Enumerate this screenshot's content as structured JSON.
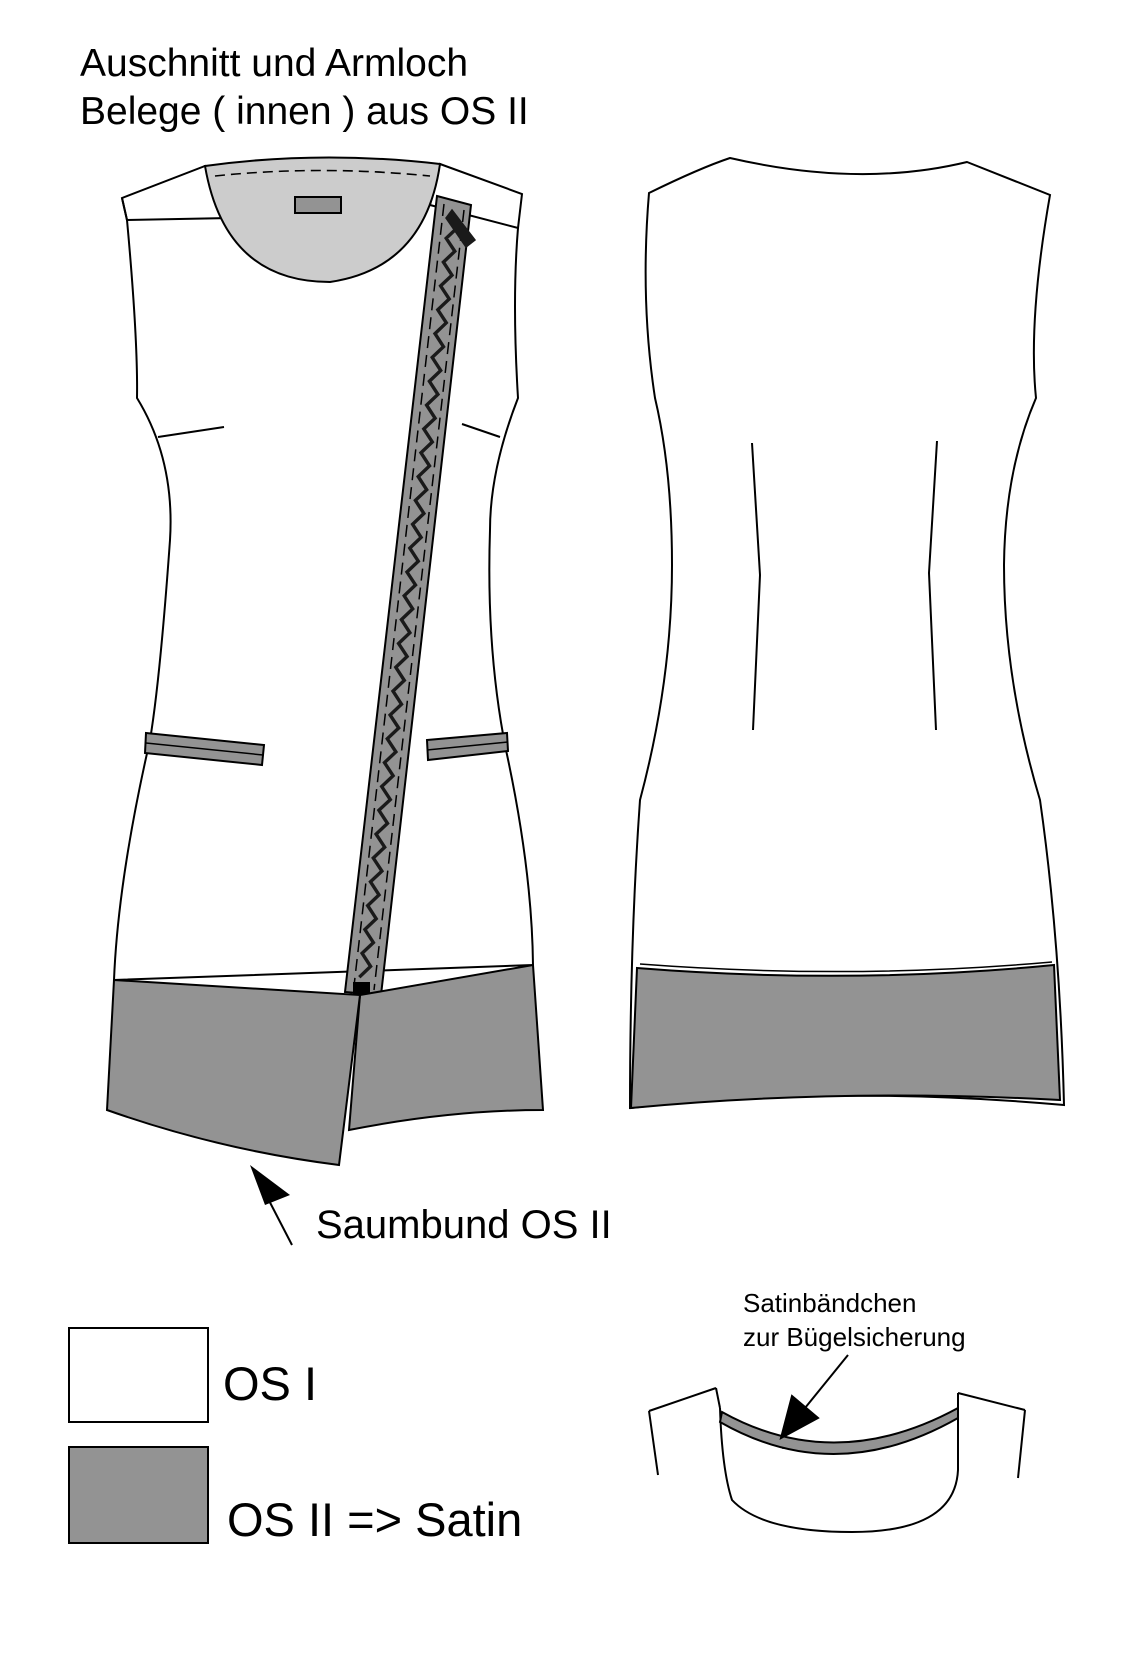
{
  "title": {
    "line1": "Auschnitt und Armloch",
    "line2": "Belege ( innen ) aus OS II"
  },
  "callouts": {
    "hem_band": "Saumbund OS II",
    "satin_ribbon_line1": "Satinbändchen",
    "satin_ribbon_line2": "zur Bügelsicherung"
  },
  "legend": {
    "items": [
      {
        "label": "OS I",
        "swatch_color": "#ffffff"
      },
      {
        "label": "OS II => Satin",
        "swatch_color": "#939393"
      }
    ]
  },
  "colors": {
    "line": "#000000",
    "contrast_fabric": "#939393",
    "facing": "#cccccc",
    "zipper_dark": "#1a1a1a"
  }
}
